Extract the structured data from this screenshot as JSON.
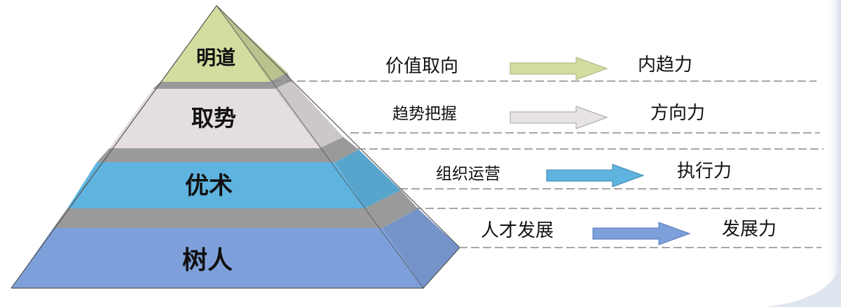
{
  "colors": {
    "tier1": "#d4dca0",
    "tier2": "#e4dede",
    "tier3": "#5fb3df",
    "tier4": "#7ea0da",
    "band": "#9a9a9a",
    "arrow1": "#d4dca0",
    "arrow2": "#e8e4e4",
    "arrow3": "#5fb3df",
    "arrow4": "#7ea0da"
  },
  "pyramid": {
    "tiers": [
      {
        "label": "明道"
      },
      {
        "label": "取势"
      },
      {
        "label": "优术"
      },
      {
        "label": "树人"
      }
    ]
  },
  "rows": [
    {
      "left": "价值取向",
      "right": "内趋力"
    },
    {
      "left": "趋势把握",
      "right": "方向力"
    },
    {
      "left": "组织运营",
      "right": "执行力"
    },
    {
      "left": "人才发展",
      "right": "发展力"
    }
  ]
}
